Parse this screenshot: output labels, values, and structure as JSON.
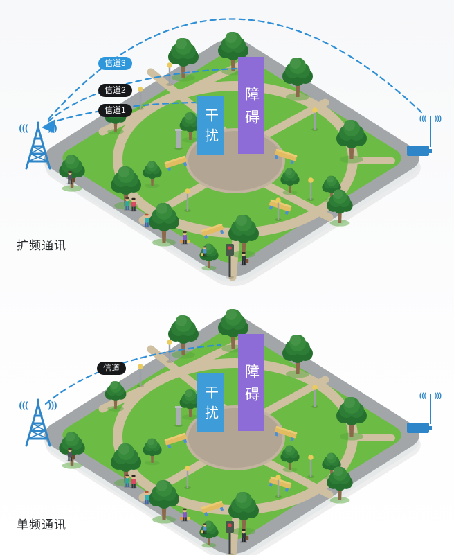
{
  "page": {
    "background": "#fafafb",
    "kind": "wireless-communication-comparison-infographic"
  },
  "colors": {
    "signal_line": "#2f8fd6",
    "tower_blue": "#2e86c8",
    "channel3_pill": "#2e97dc",
    "channel_pill_dark": "#17181a",
    "interference_box": "#3e9cd9",
    "obstacle_box": "#8e6cd8",
    "grass": "#6cbb44",
    "sidewalk": "#a2a6a9",
    "path": "#cec0a0",
    "plaza": "#b3a593"
  },
  "icons": {
    "transmitter": "radio-tower-icon",
    "receiver": "wifi-router-icon",
    "waves": "signal-waves-icon",
    "arrow": "signal-arrow-icon",
    "tree": "tree-icon",
    "bench": "bench-icon",
    "lamp": "street-lamp-icon",
    "traffic_light": "traffic-light-icon",
    "people": "pedestrians-icon"
  },
  "sections": [
    {
      "id": "spread-spectrum",
      "title": "扩频通讯",
      "interference_label": "干扰",
      "obstacle_label": "障碍",
      "channels": [
        {
          "label": "信道3",
          "variant": "blue",
          "result": "reaches-receiver-over-obstacle"
        },
        {
          "label": "信道2",
          "variant": "dark",
          "result": "blocked-by-obstacle"
        },
        {
          "label": "信道1",
          "variant": "dark",
          "result": "blocked-by-interference"
        }
      ]
    },
    {
      "id": "single-frequency",
      "title": "单频通讯",
      "interference_label": "干扰",
      "obstacle_label": "障碍",
      "channels": [
        {
          "label": "信道",
          "variant": "dark",
          "result": "blocked-by-obstacle"
        }
      ]
    }
  ]
}
